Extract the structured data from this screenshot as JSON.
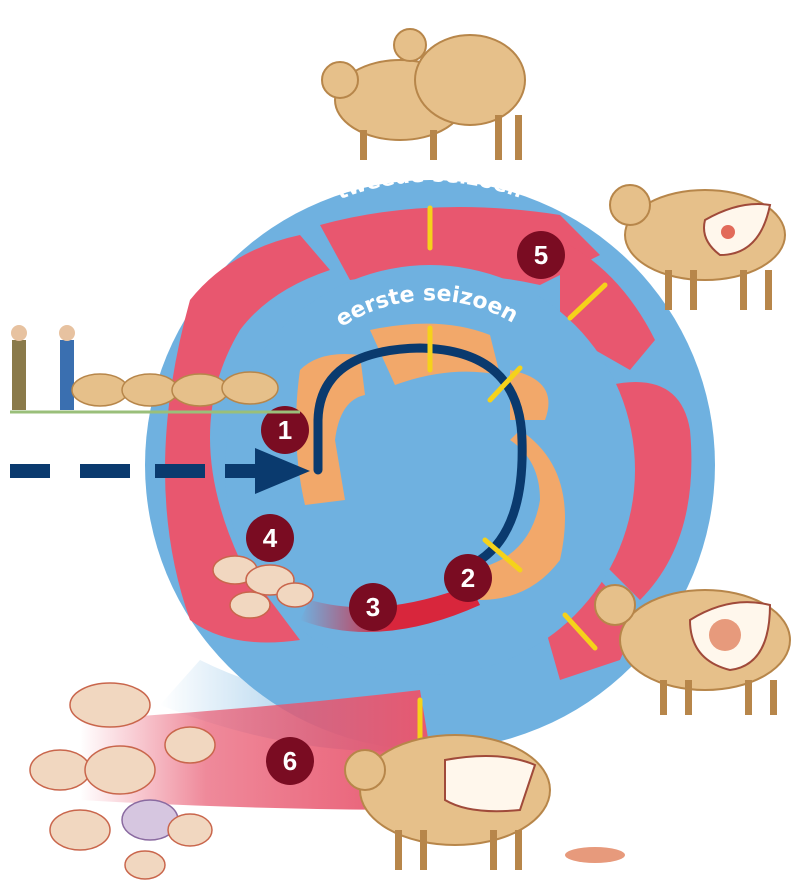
{
  "diagram": {
    "labels": {
      "outer_season": "tweede seizoen",
      "inner_season": "eerste seizoen"
    },
    "steps": [
      {
        "num": "1"
      },
      {
        "num": "2"
      },
      {
        "num": "3"
      },
      {
        "num": "4"
      },
      {
        "num": "5"
      },
      {
        "num": "6"
      }
    ]
  },
  "colors": {
    "outer_ring": "#6fb1e0",
    "pink_band": "#e8576f",
    "orange_band": "#f2a86a",
    "navy_arrow": "#0a3a6e",
    "marker": "#f5d21a",
    "badge": "#7a0c22",
    "sheep": "#e6c08a"
  }
}
